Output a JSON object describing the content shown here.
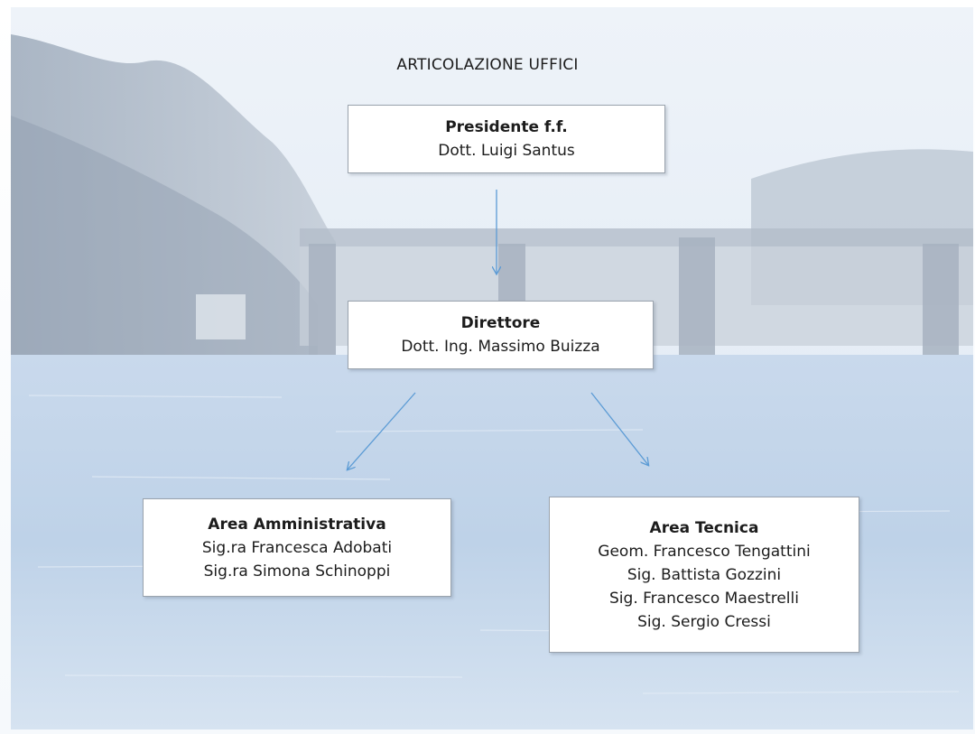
{
  "title": "ARTICOLAZIONE UFFICI",
  "nodes": {
    "president": {
      "heading": "Presidente f.f.",
      "lines": [
        "Dott. Luigi Santus"
      ]
    },
    "director": {
      "heading": "Direttore",
      "lines": [
        "Dott. Ing. Massimo Buizza"
      ]
    },
    "admin_area": {
      "heading": "Area Amministrativa",
      "lines": [
        "Sig.ra Francesca Adobati",
        "Sig.ra Simona Schinoppi"
      ]
    },
    "tech_area": {
      "heading": "Area Tecnica",
      "lines": [
        "Geom. Francesco Tengattini",
        "Sig. Battista Gozzini",
        "Sig. Francesco Maestrelli",
        "Sig. Sergio Cressi"
      ]
    }
  },
  "edges": [
    {
      "from": "president",
      "to": "director"
    },
    {
      "from": "director",
      "to": "admin_area"
    },
    {
      "from": "director",
      "to": "tech_area"
    }
  ],
  "colors": {
    "arrow": "#5b9bd5",
    "box_border": "#9aa3ad",
    "water": "#b9cee6",
    "hill": "#a9b4c2"
  }
}
